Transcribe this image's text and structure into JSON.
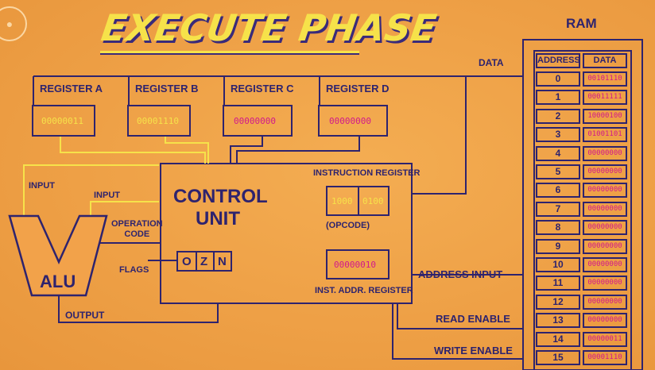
{
  "title": "EXECUTE PHASE",
  "logo_icon": "crash-course-logo-icon",
  "colors": {
    "background": "#f0a040",
    "line": "#2e236e",
    "wire_yellow": "#f6e24a",
    "value_magenta": "#d1188c"
  },
  "registers": [
    {
      "label": "REGISTER A",
      "value": "00000011",
      "value_color": "yellow"
    },
    {
      "label": "REGISTER B",
      "value": "00001110",
      "value_color": "yellow"
    },
    {
      "label": "REGISTER C",
      "value": "00000000",
      "value_color": "magenta"
    },
    {
      "label": "REGISTER D",
      "value": "00000000",
      "value_color": "magenta"
    }
  ],
  "control_unit": {
    "title_line1": "CONTROL",
    "title_line2": "UNIT",
    "instruction_register_label": "INSTRUCTION REGISTER",
    "opcode": "1000",
    "operand": "0100",
    "opcode_label": "(OPCODE)",
    "inst_addr_value": "00000010",
    "inst_addr_label": "INST. ADDR. REGISTER",
    "flags": [
      "O",
      "Z",
      "N"
    ]
  },
  "alu": {
    "label": "ALU",
    "input_a_label": "INPUT",
    "input_b_label": "INPUT",
    "operation_code_label_line1": "OPERATION",
    "operation_code_label_line2": "CODE",
    "flags_label": "FLAGS",
    "output_label": "OUTPUT"
  },
  "bus_labels": {
    "data": "DATA",
    "address_input": "ADDRESS INPUT",
    "read_enable": "READ ENABLE",
    "write_enable": "WRITE ENABLE"
  },
  "ram": {
    "title": "RAM",
    "col_address": "ADDRESS",
    "col_data": "DATA",
    "rows": [
      {
        "address": "0",
        "data": "00101110"
      },
      {
        "address": "1",
        "data": "00011111"
      },
      {
        "address": "2",
        "data": "10000100"
      },
      {
        "address": "3",
        "data": "01001101"
      },
      {
        "address": "4",
        "data": "00000000"
      },
      {
        "address": "5",
        "data": "00000000"
      },
      {
        "address": "6",
        "data": "00000000"
      },
      {
        "address": "7",
        "data": "00000000"
      },
      {
        "address": "8",
        "data": "00000000"
      },
      {
        "address": "9",
        "data": "00000000"
      },
      {
        "address": "10",
        "data": "00000000"
      },
      {
        "address": "11",
        "data": "00000000"
      },
      {
        "address": "12",
        "data": "00000000"
      },
      {
        "address": "13",
        "data": "00000000"
      },
      {
        "address": "14",
        "data": "00000011"
      },
      {
        "address": "15",
        "data": "00001110"
      }
    ]
  }
}
